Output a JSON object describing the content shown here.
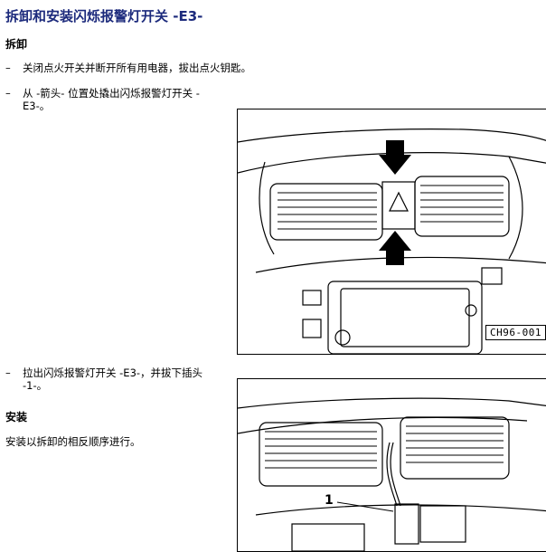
{
  "doc": {
    "title": "拆卸和安装闪烁报警灯开关 -E3-",
    "section_remove": "拆卸",
    "steps": [
      {
        "dash": "–",
        "text": "关闭点火开关并断开所有用电器，拔出点火钥匙。"
      },
      {
        "dash": "–",
        "line1": "从 -箭头- 位置处撬出闪烁报警灯开关 -",
        "line2": "E3-。"
      },
      {
        "dash": "–",
        "line1": "拉出闪烁报警灯开关 -E3-，并拔下插头",
        "line2": "-1-。"
      }
    ],
    "section_install": "安装",
    "install_text": "安装以拆卸的相反顺序进行。"
  },
  "figures": [
    {
      "label": "CH96-001"
    },
    {
      "callout": "1"
    }
  ]
}
